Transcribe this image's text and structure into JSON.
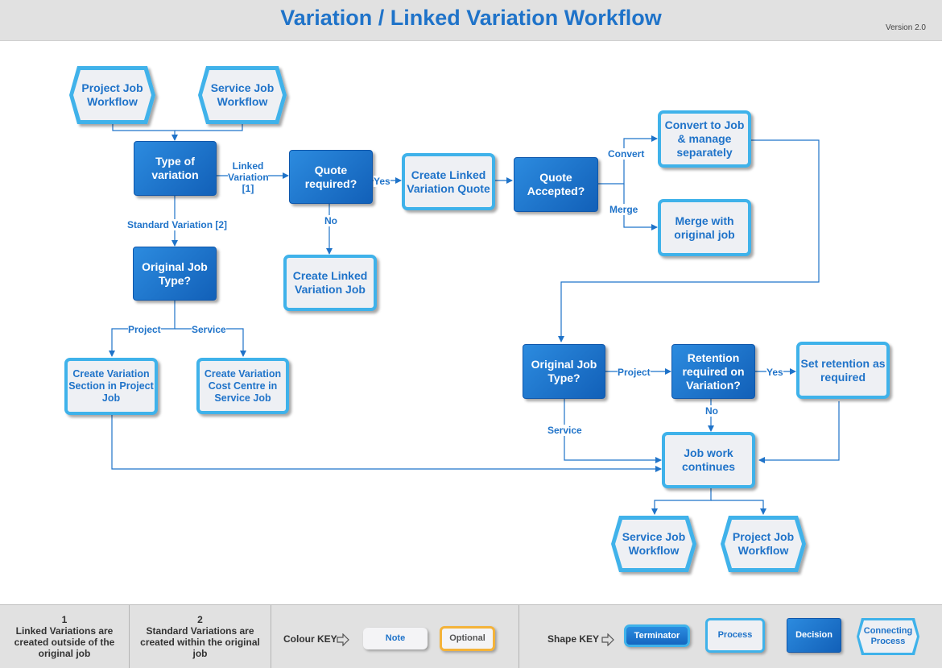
{
  "header": {
    "title": "Variation / Linked Variation Workflow",
    "version": "Version 2.0"
  },
  "nodes": {
    "project_job_workflow_top": "Project Job Workflow",
    "service_job_workflow_top": "Service Job Workflow",
    "type_of_variation": "Type of variation",
    "quote_required": "Quote required?",
    "create_linked_variation_quote": "Create Linked Variation Quote",
    "quote_accepted": "Quote Accepted?",
    "convert_to_job": "Convert to Job & manage separately",
    "merge_with_original": "Merge with original job",
    "create_linked_variation_job": "Create Linked Variation Job",
    "original_job_type_left": "Original Job Type?",
    "create_variation_section": "Create Variation Section in Project Job",
    "create_variation_cost_centre": "Create Variation Cost Centre in Service Job",
    "original_job_type_right": "Original Job Type?",
    "retention_required": "Retention required on Variation?",
    "set_retention": "Set retention as required",
    "job_work_continues": "Job work continues",
    "service_job_workflow_bottom": "Service Job Workflow",
    "project_job_workflow_bottom": "Project Job Workflow"
  },
  "edge_labels": {
    "linked_variation": "Linked Variation [1]",
    "standard_variation": "Standard Variation [2]",
    "yes_quote": "Yes",
    "no_quote": "No",
    "convert": "Convert",
    "merge": "Merge",
    "project_left": "Project",
    "service_left": "Service",
    "project_right": "Project",
    "yes_retention": "Yes",
    "no_retention": "No",
    "service_right": "Service"
  },
  "footer": {
    "note1_number": "1",
    "note1_text": "Linked Variations are created outside of the original job",
    "note2_number": "2",
    "note2_text": "Standard Variations are created within the original job",
    "colour_key_label": "Colour KEY",
    "key_note": "Note",
    "key_optional": "Optional",
    "shape_key_label": "Shape KEY",
    "key_terminator": "Terminator",
    "key_process": "Process",
    "key_decision": "Decision",
    "key_connecting": "Connecting Process"
  },
  "colors": {
    "accent_blue": "#1f73c9",
    "process_border": "#3fb2ea",
    "decision_fill": "#1a72cc",
    "optional_border": "#f4b33a",
    "header_bg": "#e1e1e1"
  }
}
